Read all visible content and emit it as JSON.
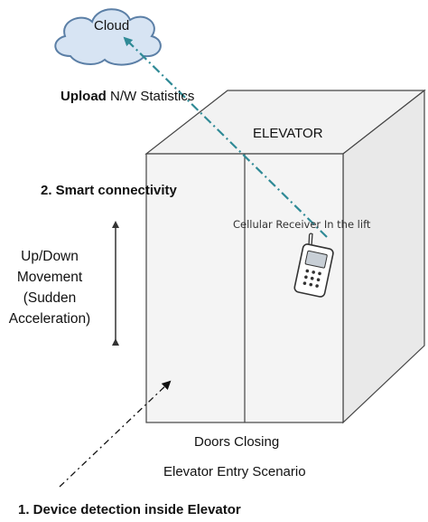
{
  "cloud": {
    "label": "Cloud"
  },
  "upload": {
    "bold": "Upload",
    "rest": "N/W Statistics"
  },
  "elevator": {
    "label": "ELEVATOR"
  },
  "smart_connectivity": {
    "label": "2. Smart connectivity"
  },
  "receiver": {
    "label": "Cellular Receiver In the lift"
  },
  "movement": {
    "line1": "Up/Down",
    "line2": "Movement",
    "line3": "(Sudden",
    "line4": "Acceleration)"
  },
  "doors": {
    "label": "Doors Closing"
  },
  "scenario": {
    "label": "Elevator Entry Scenario"
  },
  "device_detection": {
    "label": "1. Device detection inside Elevator"
  },
  "colors": {
    "link": "#2f8a96",
    "outline": "#444444",
    "box_fill": "#f2f2f2"
  },
  "icons": {
    "phone": "phone-icon",
    "cloud": "cloud-icon"
  }
}
